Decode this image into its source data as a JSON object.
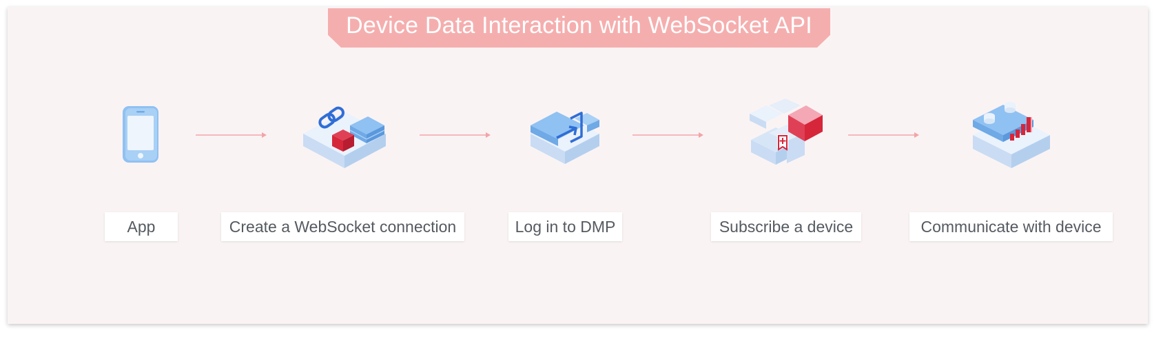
{
  "title": "Device Data Interaction with WebSocket API",
  "colors": {
    "banner": "#f5aeae",
    "panel": "#faf3f4",
    "arrow": "#f2a4a8",
    "blue_light": "#c9dcf3",
    "blue": "#8fc1f2",
    "blue_dark": "#2f6ed6",
    "red": "#d6263a",
    "pink": "#f4a7b4"
  },
  "steps": [
    {
      "label": "App",
      "icon": "smartphone-icon"
    },
    {
      "label": "Create a WebSocket connection",
      "icon": "link-block-icon"
    },
    {
      "label": "Log in to DMP",
      "icon": "login-block-icon"
    },
    {
      "label": "Subscribe a device",
      "icon": "subscribe-block-icon"
    },
    {
      "label": "Communicate with device",
      "icon": "communicate-block-icon"
    }
  ]
}
